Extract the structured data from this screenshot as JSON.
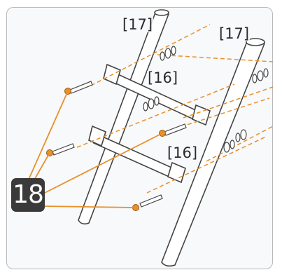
{
  "step": {
    "number": "18"
  },
  "callouts": {
    "part_17_left": "[17]",
    "part_17_right": "[17]",
    "part_16_upper": "[16]",
    "part_16_lower": "[16]"
  },
  "colors": {
    "leader_line": "#e8902a",
    "bolt_head": "#e8902a",
    "tube_outline": "#444444",
    "badge_background": "#3a3a3a"
  }
}
